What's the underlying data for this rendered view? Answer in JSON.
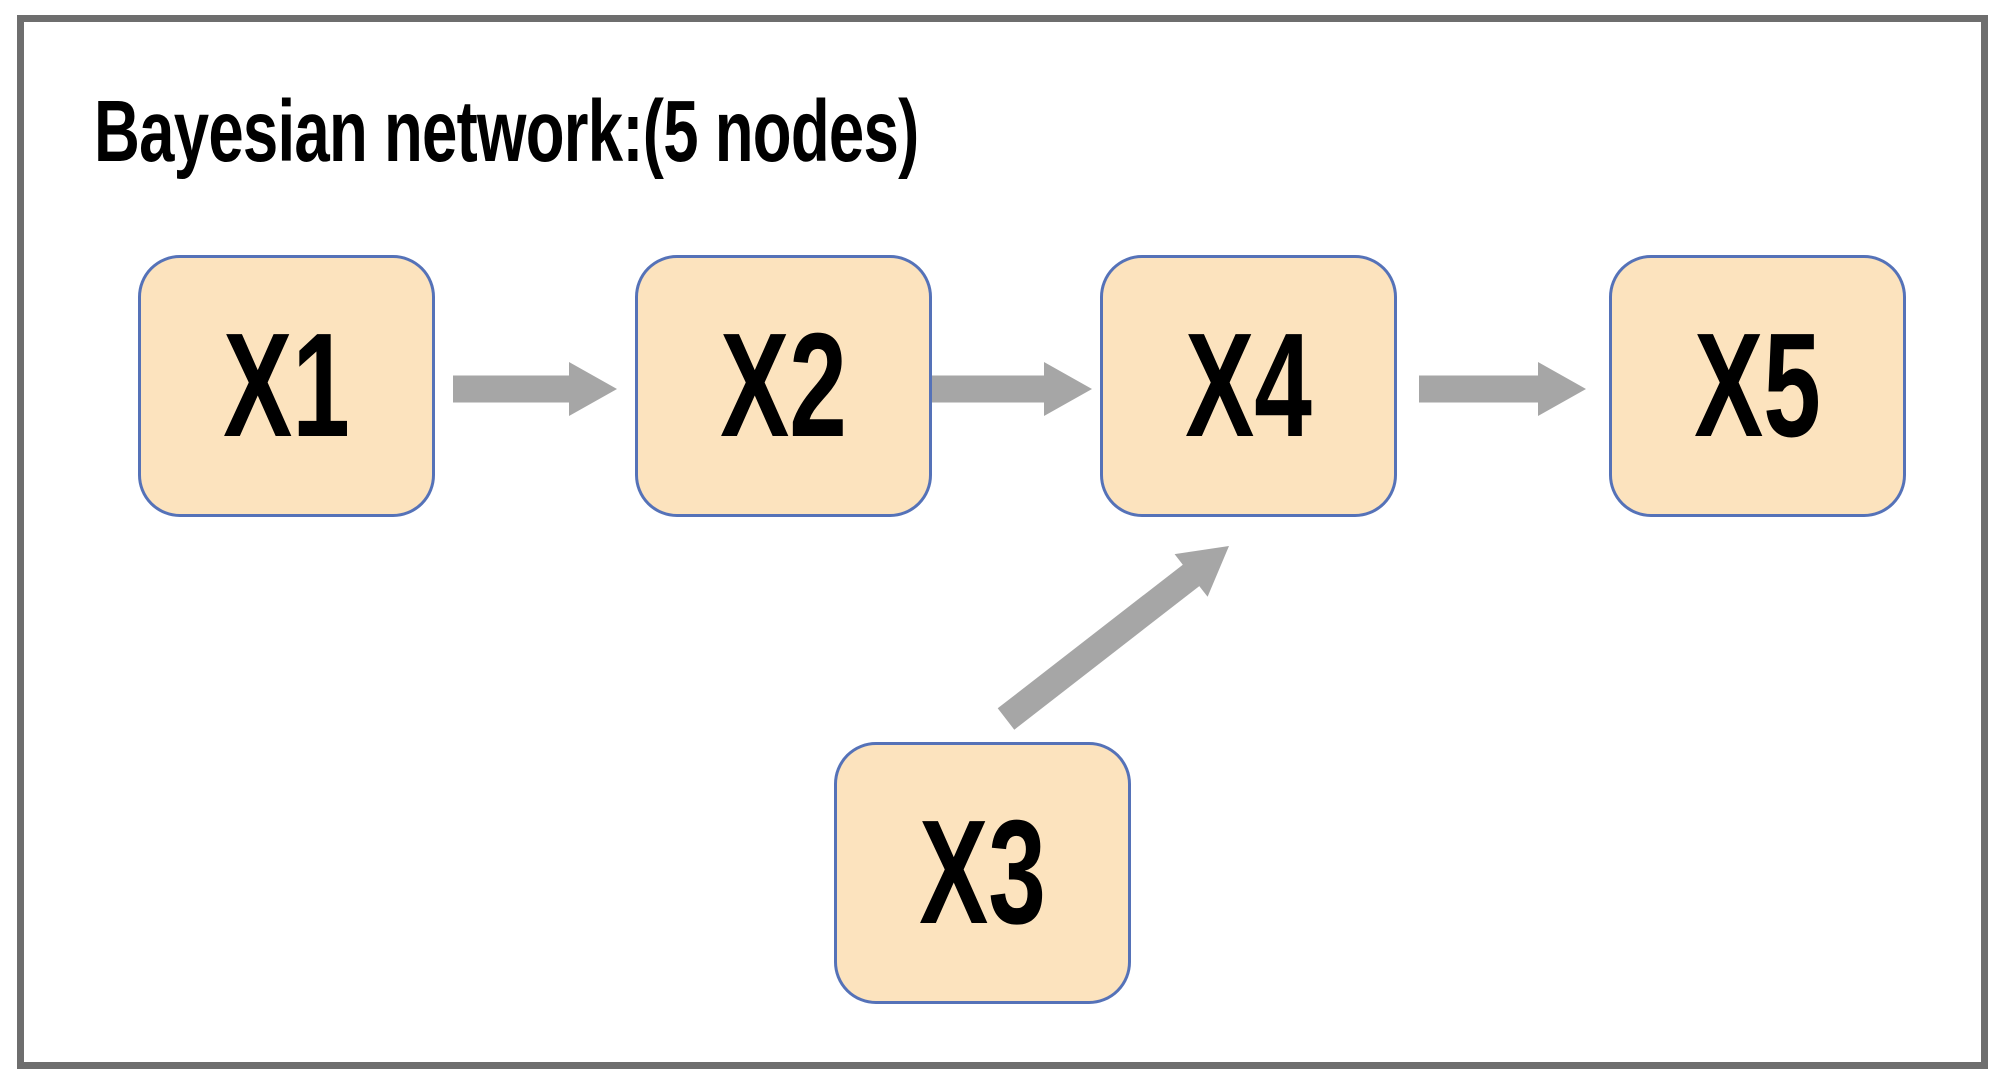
{
  "diagram": {
    "title": "Bayesian network:(5 nodes)",
    "type": "bayesian-network",
    "node_count": 5,
    "nodes": [
      {
        "id": "X1",
        "label": "X1"
      },
      {
        "id": "X2",
        "label": "X2"
      },
      {
        "id": "X3",
        "label": "X3"
      },
      {
        "id": "X4",
        "label": "X4"
      },
      {
        "id": "X5",
        "label": "X5"
      }
    ],
    "edges": [
      {
        "from": "X1",
        "to": "X2"
      },
      {
        "from": "X2",
        "to": "X4"
      },
      {
        "from": "X3",
        "to": "X4"
      },
      {
        "from": "X4",
        "to": "X5"
      }
    ],
    "colors": {
      "node_fill": "#FCE3BE",
      "node_border": "#5572B8",
      "arrow": "#A6A6A6",
      "frame": "#6E6E6E",
      "text": "#000000"
    }
  }
}
